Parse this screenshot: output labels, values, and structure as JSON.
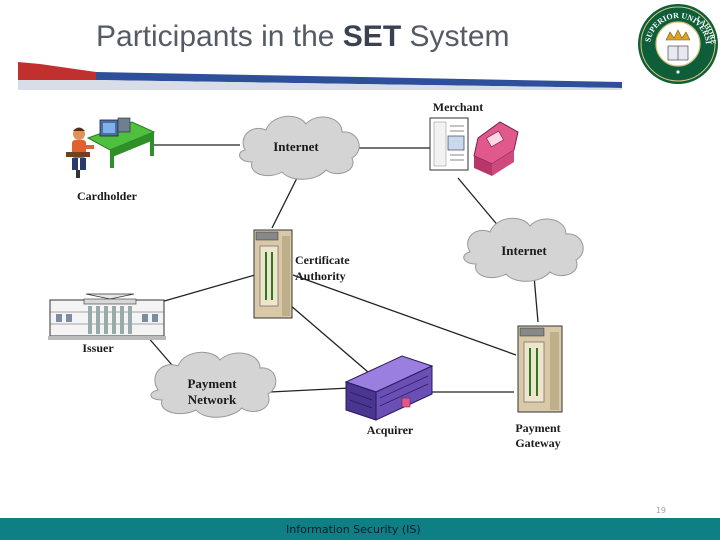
{
  "slide": {
    "title_part1": "Participants in the ",
    "title_bold": "SET",
    "title_part2": " System",
    "footer": "Information Security (IS)",
    "page_number": "19"
  },
  "logo": {
    "text_top": "SUPERIOR UNIVERSITY",
    "text_right": "LAHORE"
  },
  "diagram": {
    "internet_top": "Internet",
    "internet_right": "Internet",
    "payment_network_line1": "Payment",
    "payment_network_line2": "Network",
    "merchant": "Merchant",
    "cardholder": "Cardholder",
    "ca_line1": "Certificate",
    "ca_line2": "Authority",
    "issuer": "Issuer",
    "acquirer": "Acquirer",
    "gateway_line1": "Payment",
    "gateway_line2": "Gateway"
  },
  "colors": {
    "footer": "#0f7f86",
    "header_stripe_blue": "#2e4f9a",
    "header_stripe_red": "#c0302e",
    "acquirer_building": "#6a4fb5",
    "merchant_register": "#e0588c"
  }
}
